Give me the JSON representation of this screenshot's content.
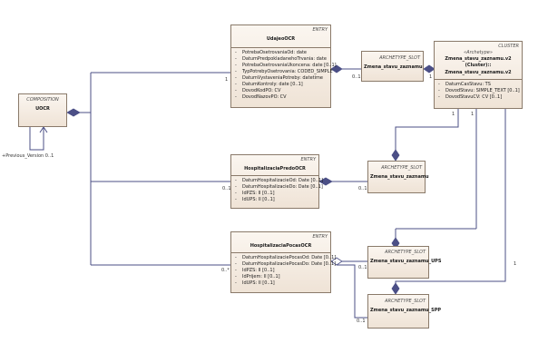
{
  "composition": {
    "stereotype": "COMPOSITION",
    "name": "UOCR",
    "self_assoc_label": "+Previous_Version 0..1"
  },
  "udaje": {
    "stereotype": "ENTRY",
    "name": "UdajeoOCR",
    "attributes": [
      "PotrebaOsetrovaniaOd: date",
      "DatumPredpokladanehoTrvania: date",
      "PotrebaOsetrovaniaUkoncena: date [0..1]",
      "TypPotrebyOsetrovania: CODED_SIMPLE",
      "DatumVystaveniaPotreby: datetime",
      "DatumKontroly: date [0..1]",
      "DovodKodPO: CV",
      "DovodNazovPO: CV"
    ]
  },
  "archetype_slot_1": {
    "stereotype": "ARCHETYPE_SLOT",
    "name": "Zmena_stavu_zaznamu"
  },
  "cluster": {
    "stereotype": "CLUSTER",
    "archetype_tag": "«Archetype»",
    "name_line1": "Zmena_stavu_zaznamu.v2 (Cluster)::",
    "name_line2": "Zmena_stavu_zaznamu.v2",
    "attributes": [
      "DatumCasStavu: TS",
      "DovodStavu: SIMPLE_TEXT [0..1]",
      "DovodStavuCV: CV [0..1]"
    ]
  },
  "hospit_pred": {
    "stereotype": "ENTRY",
    "name": "HospitalizaciaPredoOCR",
    "attributes": [
      "DatumHospitalizacieOd: Date [0..1]",
      "DatumHospitalizacieDo: Date [0..1]",
      "IdPZS: II [0..1]",
      "IdUPS: II [0..1]"
    ]
  },
  "archetype_slot_2": {
    "stereotype": "ARCHETYPE_SLOT",
    "name": "Zmena_stavu_zaznamu"
  },
  "hospit_pocas": {
    "stereotype": "ENTRY",
    "name": "HospitalizaciaPocasOCR",
    "attributes": [
      "DatumHospitalizaciePocasOd: Date [0..1]",
      "DatumHospitalizaciePocasDo: Date [0..1]",
      "IdPZS: II [0..1]",
      "IdPrijem: II [0..1]",
      "IdUPS: II [0..1]"
    ]
  },
  "archetype_slot_3": {
    "stereotype": "ARCHETYPE_SLOT",
    "name": "Zmena_stavu_zaznamu_UPS"
  },
  "archetype_slot_4": {
    "stereotype": "ARCHETYPE_SLOT",
    "name": "Zmena_stavu_zaznamu_SPP"
  },
  "multiplicities": {
    "udaje_comp": "1",
    "hosp_pred_comp": "0..1",
    "hosp_pocas_comp": "0..*",
    "slot1_udaje": "0..1",
    "slot1_cluster": "1",
    "slot2_hosp": "0..1",
    "cluster_slot2": "1",
    "cluster_slot3": "1",
    "cluster_slot4": "1",
    "slot3_hosp": "0..1",
    "slot4_hosp": "0..1"
  },
  "colors": {
    "connector": "#4b4f86",
    "box_border": "#8a7a6a",
    "box_fill_top": "#fbf6f0",
    "box_fill_bottom": "#efe3d6"
  }
}
